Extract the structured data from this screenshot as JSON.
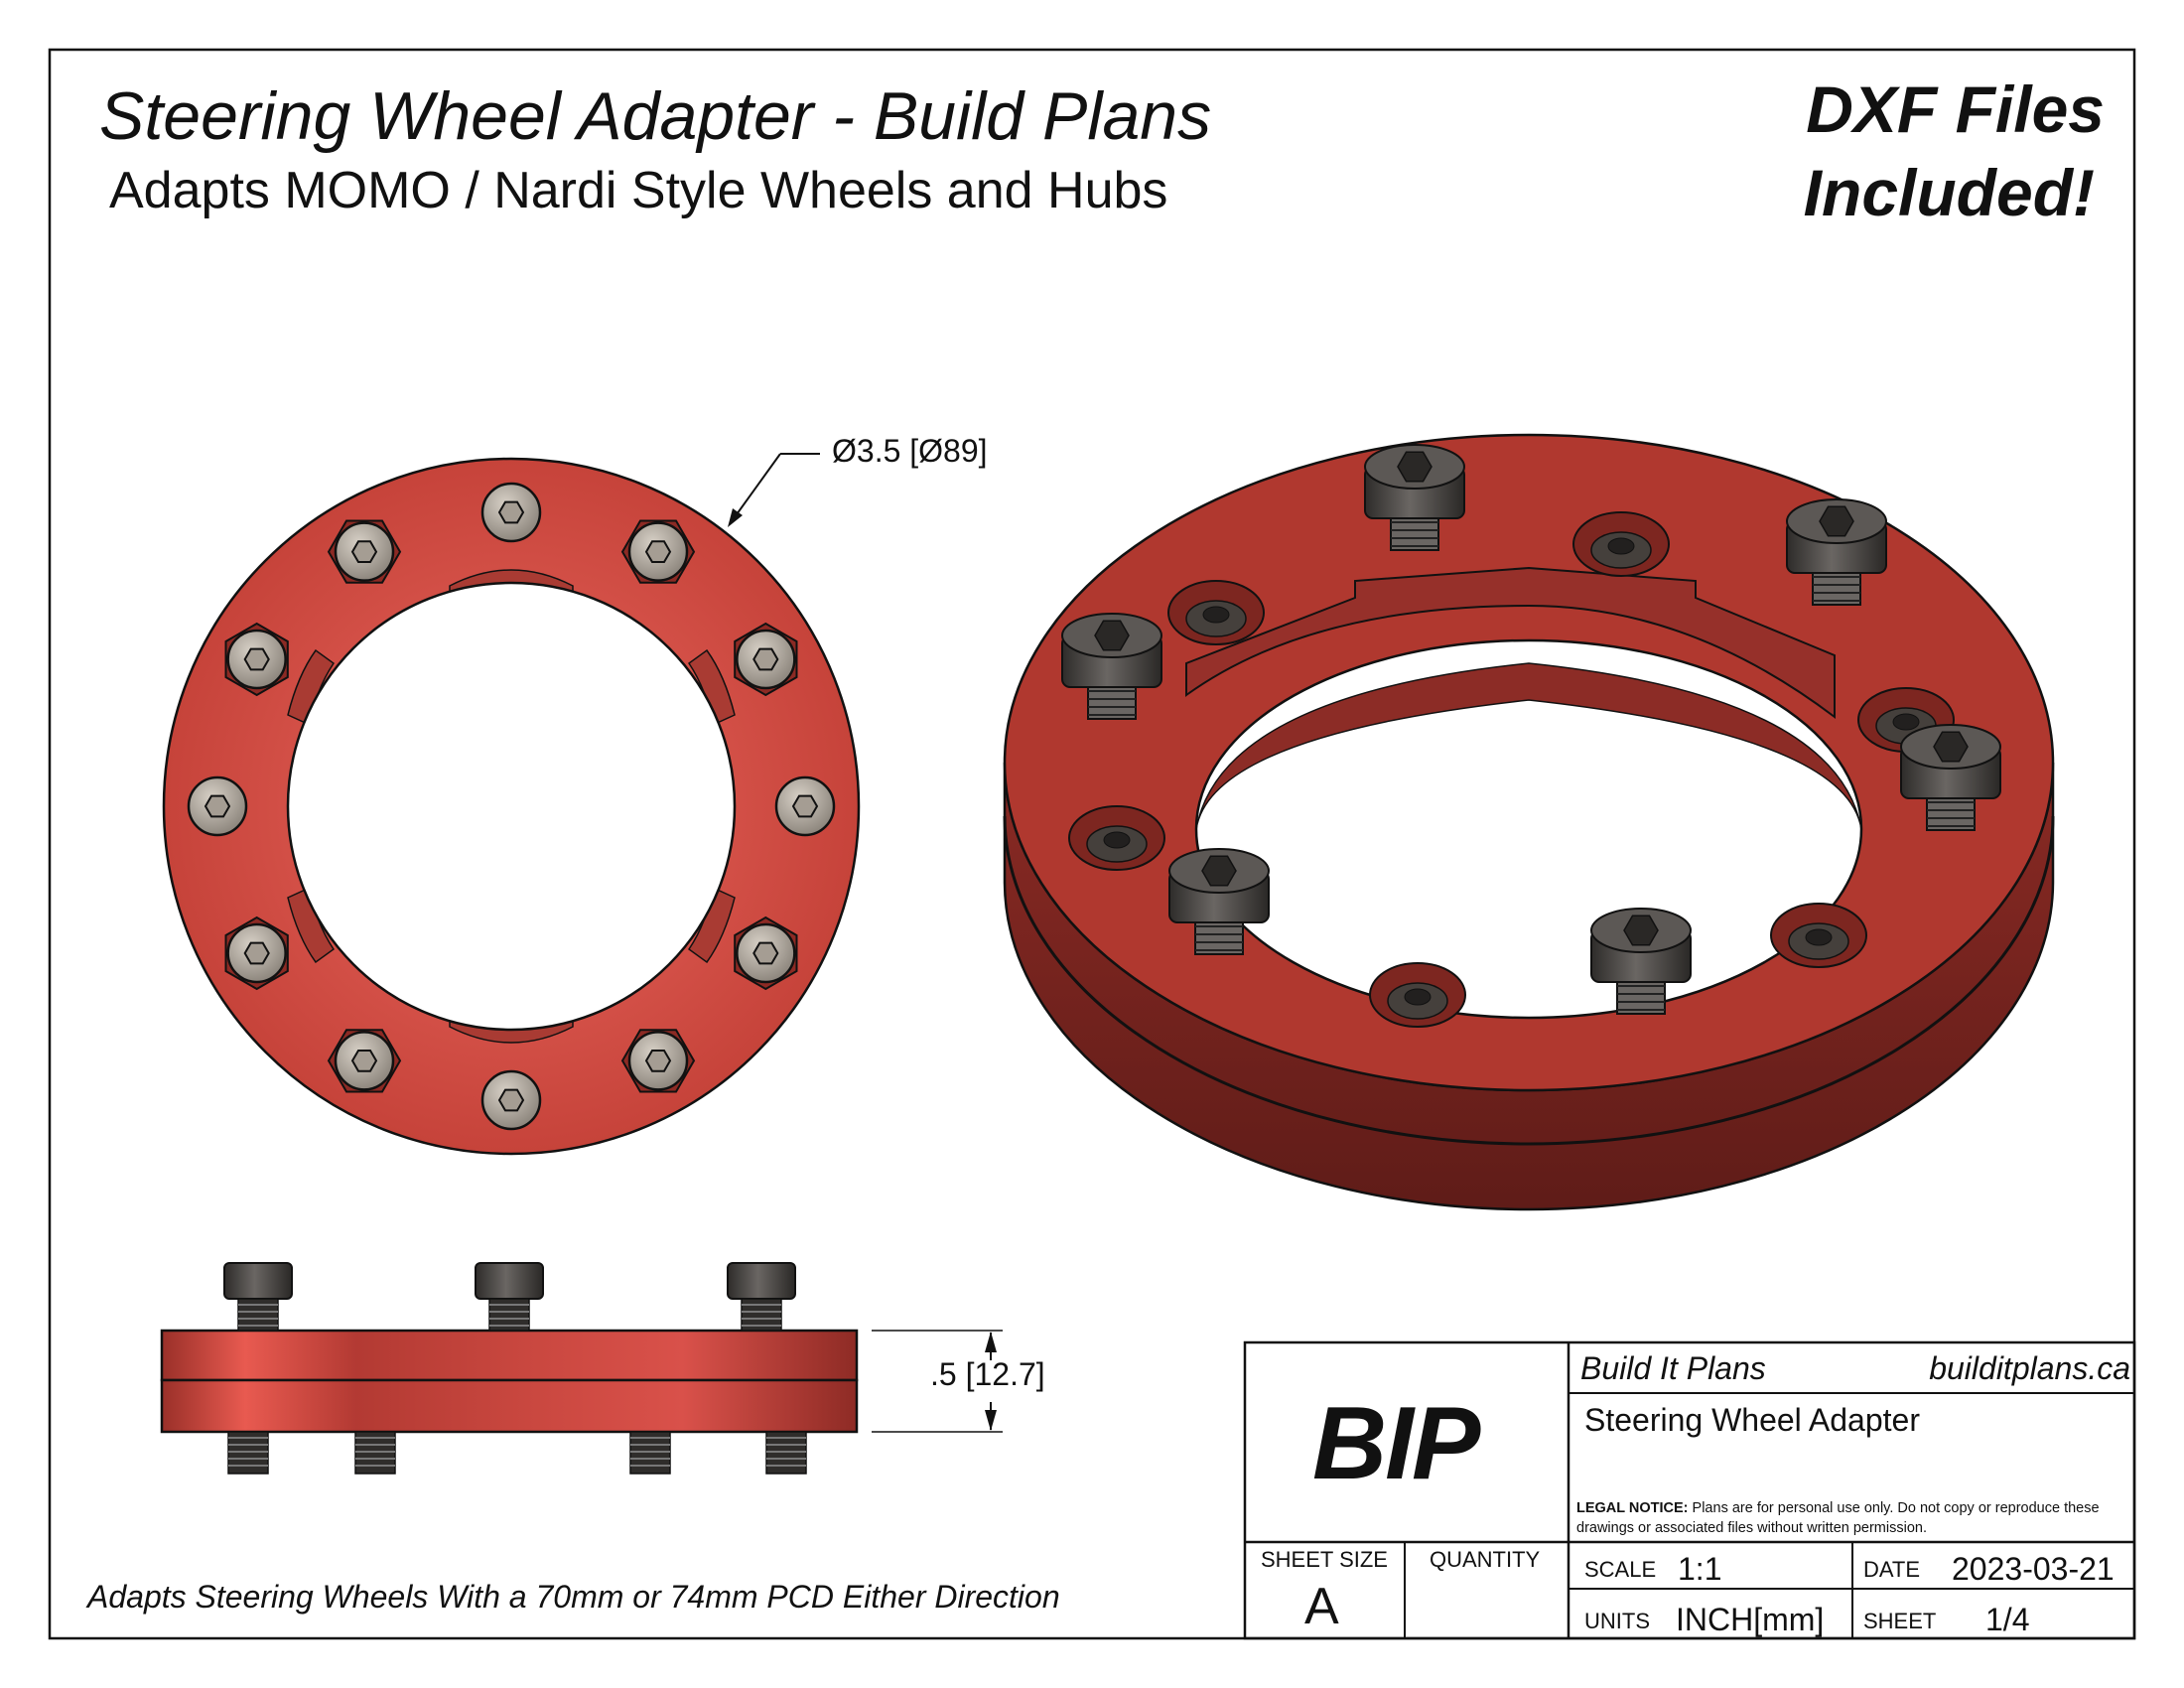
{
  "header": {
    "title": "Steering Wheel Adapter - Build Plans",
    "subtitle": "Adapts MOMO / Nardi Style Wheels and Hubs",
    "badge_line1": "DXF Files",
    "badge_line2": "Included!"
  },
  "dimensions": {
    "diameter": "Ø3.5 [Ø89]",
    "thickness": ".5 [12.7]"
  },
  "caption": "Adapts Steering Wheels With a 70mm or 74mm PCD Either Direction",
  "title_block": {
    "logo": "BIP",
    "company": "Build It Plans",
    "website": "builditplans.ca",
    "part_name": "Steering Wheel Adapter",
    "legal_label": "LEGAL NOTICE:",
    "legal_text": " Plans are for personal use only. Do not copy or reproduce these drawings or associated files without written permission.",
    "sheet_size_label": "SHEET SIZE",
    "sheet_size": "A",
    "quantity_label": "QUANTITY",
    "scale_label": "SCALE",
    "scale": "1:1",
    "date_label": "DATE",
    "date": "2023-03-21",
    "units_label": "UNITS",
    "units": "INCH[mm]",
    "sheet_label": "SHEET",
    "sheet": "1/4"
  },
  "colors": {
    "part_red": "#c9463d",
    "part_dark": "#7a2420",
    "bolt": "#3b3836",
    "line": "#111111"
  }
}
